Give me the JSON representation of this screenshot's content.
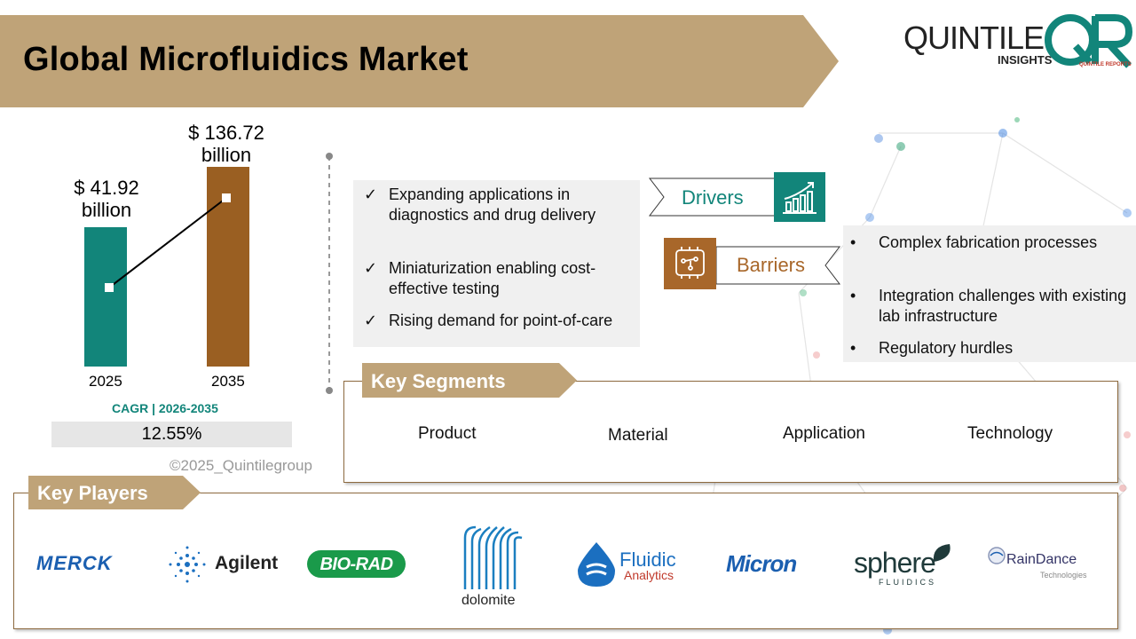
{
  "header": {
    "title": "Global Microfluidics Market"
  },
  "logo": {
    "quintile": "QUINTILE",
    "insights": "INSIGHTS",
    "qr": "QR",
    "reports": "QUINTILE REPORTS"
  },
  "market": {
    "value_2025": "$ 41.92 billion",
    "value_2035": "$ 136.72 billion",
    "year_2025": "2025",
    "year_2035": "2035",
    "cagr_title": "CAGR | 2026-2035",
    "cagr_value": "12.55%",
    "copyright": "©2025_Quintilegroup",
    "colors": {
      "bar_2025": "#12857a",
      "bar_2035": "#9a5f22"
    }
  },
  "drivers": {
    "label": "Drivers",
    "icon": "growth-chart-icon",
    "items": [
      "Expanding applications in diagnostics and drug delivery",
      "Miniaturization enabling cost-effective testing",
      "Rising demand for point-of-care"
    ]
  },
  "barriers": {
    "label": "Barriers",
    "icon": "circuit-board-icon",
    "items": [
      "Complex fabrication processes",
      "Integration challenges with existing lab infrastructure",
      "Regulatory hurdles"
    ]
  },
  "segments": {
    "title": "Key Segments",
    "items": [
      "Product",
      "Material",
      "Application",
      "Technology"
    ]
  },
  "players": {
    "title": "Key Players",
    "items": [
      "MERCK",
      "Agilent",
      "BIO-RAD",
      "dolomite",
      "Fluidic",
      "Analytics",
      "Micron",
      "sphere",
      "FLUIDICS",
      "RainDance",
      "Technologies"
    ]
  },
  "colors": {
    "tan": "#bfa378",
    "teal": "#12857a",
    "brown": "#a8672a",
    "frame": "#8d6a3f"
  }
}
